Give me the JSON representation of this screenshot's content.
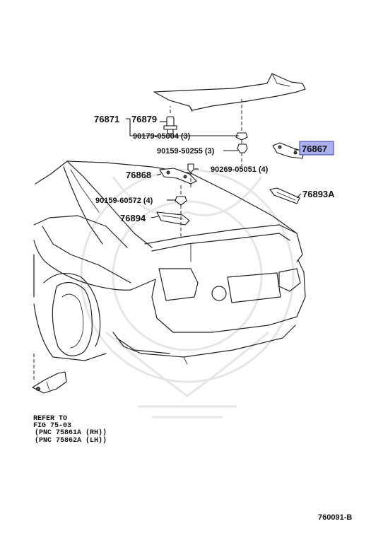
{
  "labels": {
    "group_76871": "76871",
    "part_76879": "76879",
    "bolt_90179": "90179-05004 (3)",
    "nut_90159_50255": "90159-50255 (3)",
    "part_76867": "76867",
    "clip_90269": "90269-05051 (4)",
    "part_76868": "76868",
    "nut_90159_60572": "90159-60572 (4)",
    "part_76893a": "76893A",
    "part_76894": "76894"
  },
  "refer_note": {
    "line1": "REFER TO",
    "line2": "FIG 75-03",
    "line3": "(PNC 75861A (RH))",
    "line4": "(PNC 75862A (LH))"
  },
  "figure_code": "760091-B",
  "colors": {
    "highlight": "#aab0ee",
    "line": "#222222",
    "watermark": "#e6e6e6"
  }
}
